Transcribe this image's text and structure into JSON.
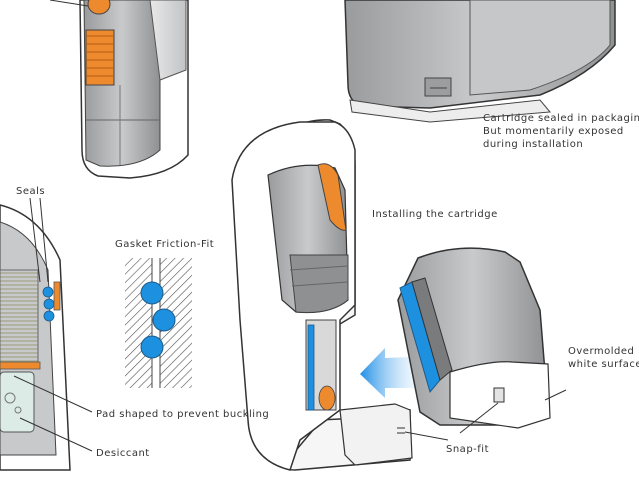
{
  "labels": {
    "cartridge_note_line1": "Cartridge sealed in packaging",
    "cartridge_note_line2": "But momentarily exposed",
    "cartridge_note_line3": "during installation",
    "installing": "Installing the cartridge",
    "seals": "Seals",
    "gasket": "Gasket Friction-Fit",
    "overmolded_line1": "Overmolded",
    "overmolded_line2": "white surface",
    "pad": "Pad shaped to prevent buckling",
    "snapfit": "Snap-fit",
    "desiccant": "Desiccant"
  },
  "colors": {
    "accent_orange": "#ee8a2e",
    "gasket_blue": "#1e90e0",
    "body_gray": "#a9aaac",
    "light_gray": "#d4d5d6",
    "line": "#333333"
  }
}
